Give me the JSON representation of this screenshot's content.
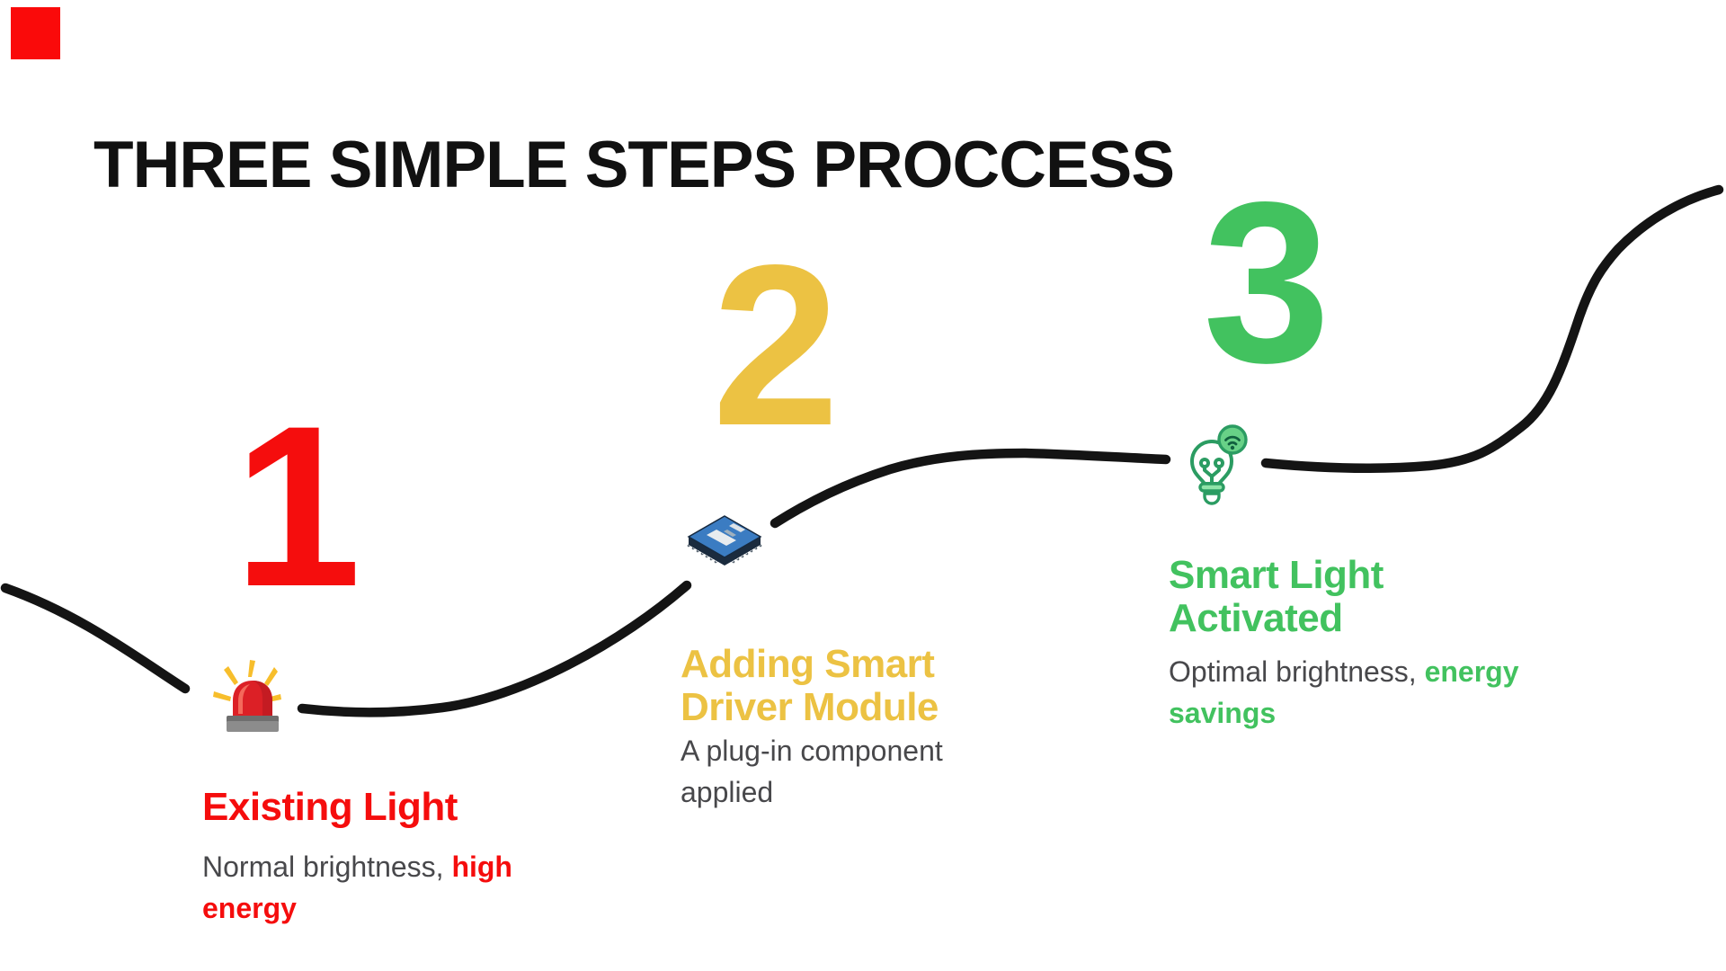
{
  "title": "THREE SIMPLE STEPS PROCCESS",
  "decor": {
    "corner_square_color": "#FA0A0A",
    "curve_color": "#141414",
    "background_color": "#FFFFFF",
    "body_text_color": "#48484B"
  },
  "steps": [
    {
      "number": "1",
      "color": "#F50D0D",
      "icon": "siren-light-icon",
      "heading": "Existing Light",
      "desc_plain": "Normal brightness, ",
      "desc_em": "high energy"
    },
    {
      "number": "2",
      "color": "#ECC243",
      "icon": "chip-module-icon",
      "heading": "Adding Smart Driver Module",
      "desc_plain": "A plug-in component applied",
      "desc_em": ""
    },
    {
      "number": "3",
      "color": "#42C25F",
      "icon": "smart-bulb-icon",
      "heading": "Smart Light Activated",
      "desc_plain": "Optimal brightness, ",
      "desc_em": "energy savings"
    }
  ]
}
